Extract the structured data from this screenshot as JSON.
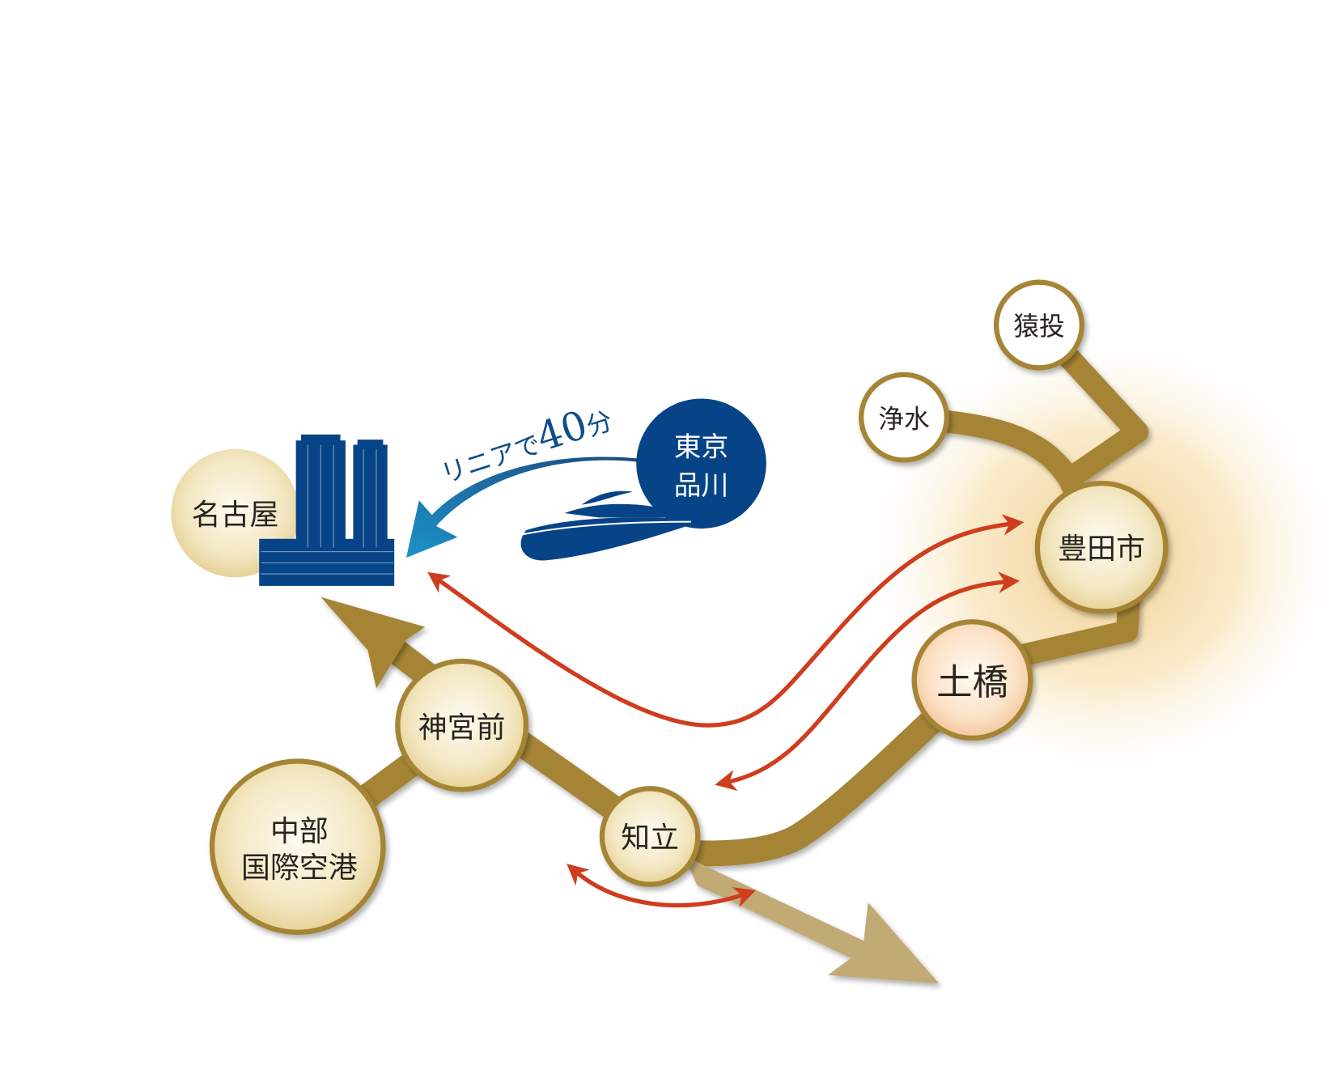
{
  "title": "Access map around Toyota",
  "stations": {
    "nagoya": "名古屋",
    "sanage": "猿投",
    "josui": "浄水",
    "toyotashi": "豊田市",
    "tsuchihashi": "土橋",
    "jingumae": "神宮前",
    "chiryu": "知立",
    "chubu_airport_line1": "中部",
    "chubu_airport_line2": "国際空港",
    "tokyo_line1": "東京",
    "tokyo_line2": "品川"
  },
  "linear": {
    "label_prefix": "リニアで",
    "label_minutes": "40",
    "label_unit": "分"
  },
  "colors": {
    "line": "#a58535",
    "line_light": "#c2aa74",
    "arrow_red": "#cf3d1e",
    "navy": "#064487",
    "glow": "#f3c983"
  }
}
